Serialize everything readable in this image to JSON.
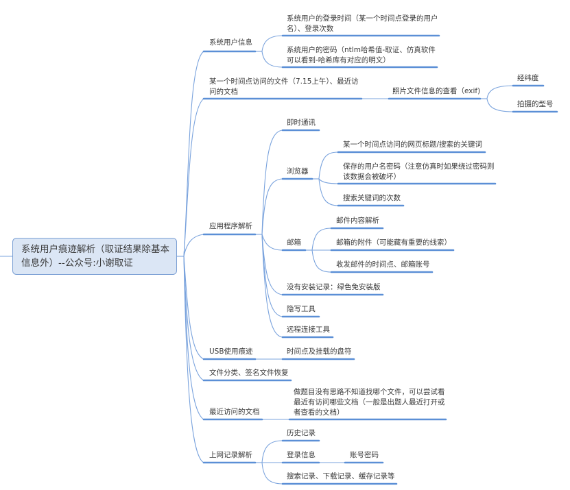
{
  "colors": {
    "line": "#5b8fd6",
    "thin_line": "#7aa3dd",
    "root_fill": "#dbe6f5",
    "root_border": "#7a9fd4",
    "text": "#3a3a3a"
  },
  "root": {
    "label_line1": "系统用户痕迹解析（取证结果除基本",
    "label_line2": "信息外）--公众号:小谢取证"
  },
  "branches": {
    "system_user_info": {
      "label": "系统用户信息",
      "children": [
        {
          "line1": "系统用户的登录时间（某一个时间点登录的用户",
          "line2": "名）、登录次数"
        },
        {
          "line1": "系统用户的密码（ntlm哈希值-取证、仿真软件",
          "line2": "可以看到-哈希库有对应的明文）"
        }
      ]
    },
    "files_accessed": {
      "line1": "某一个时间点访问的文件（7.15上午）、最近访",
      "line2": "问的文档",
      "child": {
        "label": "照片文件信息的查看（exif)",
        "children": [
          "经纬度",
          "拍摄的型号"
        ]
      }
    },
    "app_analysis": {
      "label": "应用程序解析",
      "children": {
        "im": "即时通讯",
        "browser": {
          "label": "浏览器",
          "children": [
            {
              "line1": "某一个时间点访问的网页标题/搜索的关键词"
            },
            {
              "line1": "保存的用户名密码（注意仿真时如果绕过密码则",
              "line2": "该数据会被破坏）"
            },
            {
              "line1": "搜索关键词的次数"
            }
          ]
        },
        "mailbox": {
          "label": "邮箱",
          "children": [
            "邮件内容解析",
            "邮箱的附件（可能藏有重要的线索）",
            "收发邮件的时间点、邮箱账号"
          ]
        },
        "no_install": "没有安装记录：绿色免安装版",
        "stego": "隐写工具",
        "remote": "远程连接工具"
      }
    },
    "usb": {
      "label": "USB使用痕迹",
      "child": "时间点及挂载的盘符"
    },
    "file_classify": {
      "label": "文件分类、签名文件恢复"
    },
    "recent_docs": {
      "label": "最近访问的文档",
      "child_line1": "做题目没有思路不知道找哪个文件，可以尝试看",
      "child_line2": "最近有访问哪些文档（一般是出题人最近打开或",
      "child_line3": "者查看的文档）"
    },
    "web_records": {
      "label": "上网记录解析",
      "children": {
        "history": "历史记录",
        "login": {
          "label": "登录信息",
          "child": "账号密码"
        },
        "search": "搜索记录、下载记录、缓存记录等"
      }
    }
  }
}
